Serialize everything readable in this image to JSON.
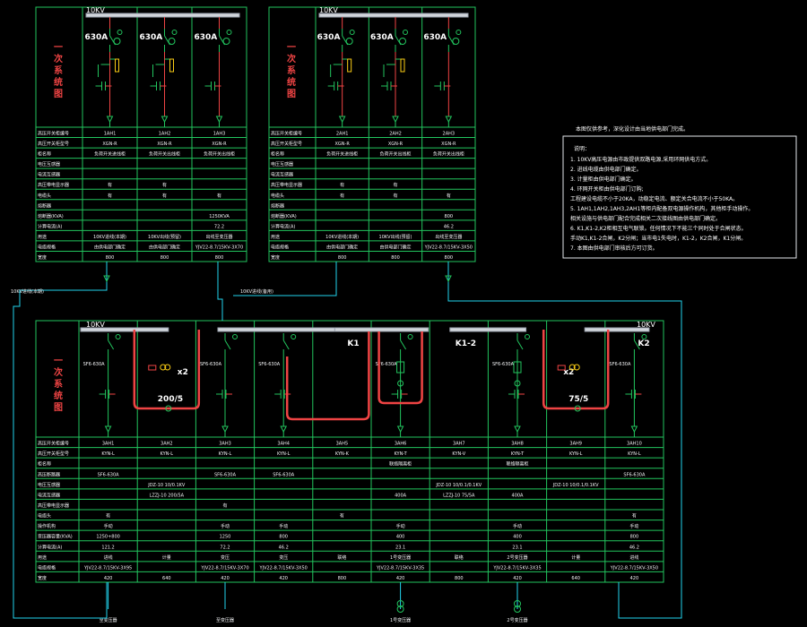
{
  "top_left": {
    "bus_label": "10KV",
    "title": "一次系统图",
    "ratings": [
      "630A",
      "630A",
      "630A"
    ],
    "rows": [
      {
        "label": "高压开关柜编号",
        "values": [
          "1AH1",
          "1AH2",
          "1AH3"
        ]
      },
      {
        "label": "高压开关柜型号",
        "values": [
          "XGN-R",
          "XGN-R",
          "XGN-R"
        ]
      },
      {
        "label": "柜名称",
        "values": [
          "负荷开关进线柜",
          "负荷开关出线柜",
          "负荷开关出线柜"
        ]
      },
      {
        "label": "电压互感器",
        "values": [
          "",
          "",
          ""
        ]
      },
      {
        "label": "电流互感器",
        "values": [
          "",
          "",
          ""
        ]
      },
      {
        "label": "高压带电显示器",
        "values": [
          "有",
          "有",
          ""
        ]
      },
      {
        "label": "电缆头",
        "values": [
          "有",
          "有",
          "有"
        ]
      },
      {
        "label": "熔断器",
        "values": [
          "",
          "",
          ""
        ]
      },
      {
        "label": "熔断器(KVA)",
        "values": [
          "",
          "",
          "1250KVA"
        ]
      },
      {
        "label": "计算电流(A)",
        "values": [
          "",
          "",
          "72.2"
        ]
      },
      {
        "label": "用途",
        "values": [
          "10KV进线(本期)",
          "10KV出线(预留)",
          "出线至变压器"
        ]
      },
      {
        "label": "电缆规格",
        "values": [
          "由供电部门确定",
          "由供电部门确定",
          "YJV22-8.7/15KV-3X70"
        ]
      },
      {
        "label": "宽度",
        "values": [
          "800",
          "800",
          "800"
        ]
      }
    ],
    "feeder_label": "10KV进线(本期)"
  },
  "top_right": {
    "bus_label": "10KV",
    "title": "一次系统图",
    "ratings": [
      "630A",
      "630A",
      "630A"
    ],
    "rows": [
      {
        "label": "高压开关柜编号",
        "values": [
          "2AH1",
          "2AH2",
          "2AH3"
        ]
      },
      {
        "label": "高压开关柜型号",
        "values": [
          "XGN-R",
          "XGN-R",
          "XGN-R"
        ]
      },
      {
        "label": "柜名称",
        "values": [
          "负荷开关进线柜",
          "负荷开关出线柜",
          "负荷开关出线柜"
        ]
      },
      {
        "label": "电压互感器",
        "values": [
          "",
          "",
          ""
        ]
      },
      {
        "label": "电流互感器",
        "values": [
          "",
          "",
          ""
        ]
      },
      {
        "label": "高压带电显示器",
        "values": [
          "有",
          "有",
          ""
        ]
      },
      {
        "label": "电缆头",
        "values": [
          "有",
          "有",
          "有"
        ]
      },
      {
        "label": "熔断器",
        "values": [
          "",
          "",
          ""
        ]
      },
      {
        "label": "熔断器(KVA)",
        "values": [
          "",
          "",
          "800"
        ]
      },
      {
        "label": "计算电流(A)",
        "values": [
          "",
          "",
          "46.2"
        ]
      },
      {
        "label": "用途",
        "values": [
          "10KV进线(本期)",
          "10KV出线(预留)",
          "出线至变压器"
        ]
      },
      {
        "label": "电缆规格",
        "values": [
          "由供电部门确定",
          "由供电部门确定",
          "YJV22-8.7/15KV-3X50"
        ]
      },
      {
        "label": "宽度",
        "values": [
          "800",
          "800",
          "800"
        ]
      }
    ],
    "feeder_label": "10KV进线(备用)"
  },
  "notes": {
    "heading": "本图仅供参考，深化设计由当地供电部门完成。",
    "title": "说明：",
    "lines": [
      "1. 10KV高压电源由市政提供双路电源,采用环网供电方式。",
      "2. 进线电缆由供电部门确定。",
      "3. 计量柜由供电部门确定。",
      "4. 环网开关柜由供电部门订购;",
      "   工程建设电缆不小于20KA，动稳定电流、额定关合电流不小于50KA。",
      "5. 1AH1,1AH2,1AH3,2AH1等柜内配备双电源操作机构，其他柜手动操作。",
      "   相关设施与供电部门配合完成相关二次接线图由供电部门确定。",
      "6. K1,K1-2,K2柜相互电气联锁。任何情况下不能三个同时处于合闸状态。",
      "   手动K1,K1-2合闸，K2分闸；当市电1失电时，K1-2，K2合闸，K1分闸。",
      "7. 本图由供电部门审核后方可订货。"
    ]
  },
  "bottom": {
    "title": "一次系统图",
    "bus_labels": [
      "10KV",
      "10KV"
    ],
    "switch_labels": [
      "K1",
      "K1-2",
      "K2"
    ],
    "annotations": [
      "200/5",
      "75/5",
      "x2",
      "x2"
    ],
    "rows": [
      {
        "label": "高压开关柜编号",
        "values": [
          "3AH1",
          "3AH2",
          "3AH3",
          "3AH4",
          "3AH5",
          "3AH6",
          "3AH7",
          "3AH8",
          "3AH9",
          "3AH10"
        ]
      },
      {
        "label": "高压开关柜型号",
        "values": [
          "KYN-L",
          "KYN-L",
          "KYN-L",
          "KYN-L",
          "KYN-K",
          "KYN-T",
          "KYN-V",
          "KYN-T",
          "KYN-L",
          "KYN-L"
        ]
      },
      {
        "label": "柜名称",
        "values": [
          "",
          "",
          "",
          "",
          "",
          "联络隔离柜",
          "",
          "联络隔离柜",
          "",
          ""
        ]
      },
      {
        "label": "高压断路器",
        "values": [
          "SF6-630A",
          "",
          "SF6-630A",
          "SF6-630A",
          "",
          "",
          "",
          "",
          "",
          "SF6-630A"
        ]
      },
      {
        "label": "电压互感器",
        "values": [
          "",
          "JDZ-10 10/0.1KV",
          "",
          "",
          "",
          "",
          "JDZ-10 10/0.1/0.1KV",
          "",
          "JDZ-10 10/0.1/0.1KV",
          ""
        ]
      },
      {
        "label": "电流互感器",
        "values": [
          "",
          "LZZJ-10 200/5A",
          "",
          "",
          "",
          "400A",
          "LZZJ-10 75/5A",
          "400A",
          "",
          ""
        ]
      },
      {
        "label": "高压带电显示器",
        "values": [
          "",
          "",
          "有",
          "",
          "",
          "",
          "",
          "",
          "",
          ""
        ]
      },
      {
        "label": "电缆头",
        "values": [
          "有",
          "",
          "",
          "",
          "有",
          "",
          "",
          "",
          "",
          "有"
        ]
      },
      {
        "label": "操作机构",
        "values": [
          "手动",
          "",
          "手动",
          "手动",
          "",
          "手动",
          "",
          "手动",
          "",
          "手动"
        ]
      },
      {
        "label": "变压器容量(KVA)",
        "values": [
          "1250+800",
          "",
          "1250",
          "800",
          "",
          "400",
          "",
          "400",
          "",
          "800"
        ]
      },
      {
        "label": "计算电流(A)",
        "values": [
          "121.2",
          "",
          "72.2",
          "46.2",
          "",
          "23.1",
          "",
          "23.1",
          "",
          "46.2"
        ]
      },
      {
        "label": "用途",
        "values": [
          "进线",
          "计量",
          "变压",
          "变压",
          "联络",
          "1号变压器",
          "联络",
          "2号变压器",
          "计量",
          "进线"
        ]
      },
      {
        "label": "电缆规格",
        "values": [
          "YJV22-8.7/15KV-3X95",
          "",
          "YJV22-8.7/15KV-3X70",
          "YJV22-8.7/15KV-3X50",
          "",
          "YJV22-8.7/15KV-3X35",
          "",
          "YJV22-8.7/15KV-3X35",
          "",
          "YJV22-8.7/15KV-3X50"
        ]
      },
      {
        "label": "宽度",
        "values": [
          "420",
          "640",
          "420",
          "420",
          "800",
          "420",
          "800",
          "420",
          "640",
          "420"
        ]
      }
    ],
    "bottom_labels": [
      "至变压器",
      "至变压器",
      "1号变压器",
      "2号变压器"
    ]
  }
}
